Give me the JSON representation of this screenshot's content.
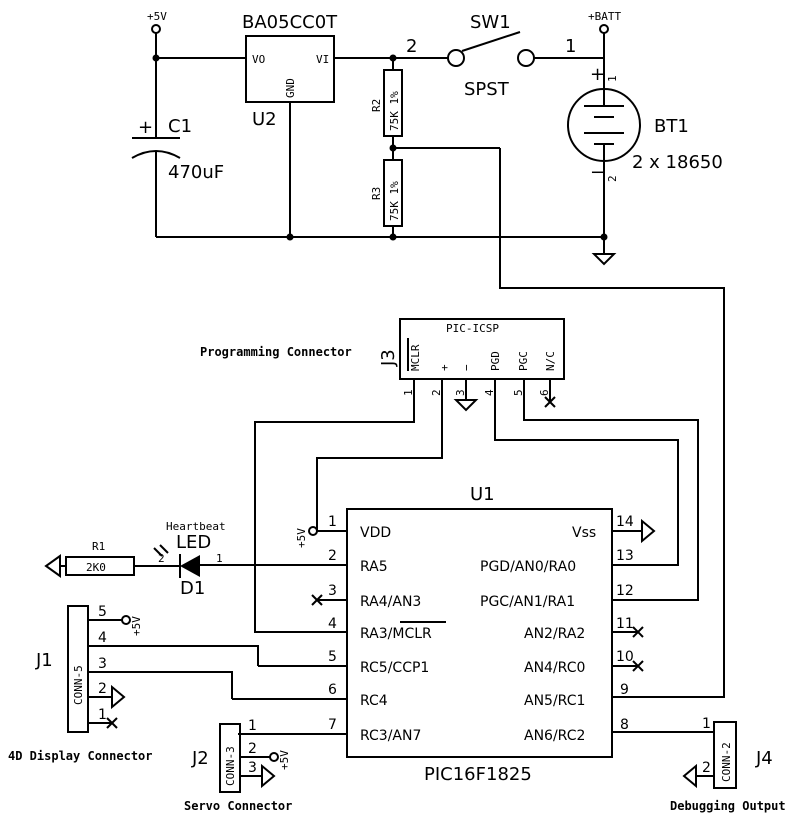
{
  "power": {
    "p5v": "+5V",
    "pbatt": "+BATT"
  },
  "u2": {
    "part": "BA05CC0T",
    "ref": "U2",
    "vo": "VO",
    "vi": "VI",
    "gnd": "GND"
  },
  "c1": {
    "ref": "C1",
    "value": "470uF",
    "plus": "+"
  },
  "sw1": {
    "ref": "SW1",
    "type": "SPST",
    "pin1": "1",
    "pin2": "2"
  },
  "r2": {
    "ref": "R2",
    "value": "75K 1%"
  },
  "r3": {
    "ref": "R3",
    "value": "75K 1%"
  },
  "bt1": {
    "ref": "BT1",
    "value": "2 x 18650",
    "plus": "+",
    "minus": "−",
    "pin1": "1",
    "pin2": "2"
  },
  "j3": {
    "ref": "J3",
    "title": "PIC-ICSP",
    "label": "Programming Connector",
    "pins": [
      {
        "n": "1",
        "name": "MCLR"
      },
      {
        "n": "2",
        "name": "+"
      },
      {
        "n": "3",
        "name": "−"
      },
      {
        "n": "4",
        "name": "PGD"
      },
      {
        "n": "5",
        "name": "PGC"
      },
      {
        "n": "6",
        "name": "N/C"
      }
    ]
  },
  "u1": {
    "ref": "U1",
    "part": "PIC16F1825",
    "left": [
      {
        "n": "1",
        "name": "VDD"
      },
      {
        "n": "2",
        "name": "RA5"
      },
      {
        "n": "3",
        "name": "RA4/AN3"
      },
      {
        "n": "4",
        "name": "RA3/MCLR"
      },
      {
        "n": "5",
        "name": "RC5/CCP1"
      },
      {
        "n": "6",
        "name": "RC4"
      },
      {
        "n": "7",
        "name": "RC3/AN7"
      }
    ],
    "right": [
      {
        "n": "14",
        "name": "Vss"
      },
      {
        "n": "13",
        "name": "PGD/AN0/RA0"
      },
      {
        "n": "12",
        "name": "PGC/AN1/RA1"
      },
      {
        "n": "11",
        "name": "AN2/RA2"
      },
      {
        "n": "10",
        "name": "AN4/RC0"
      },
      {
        "n": "9",
        "name": "AN5/RC1"
      },
      {
        "n": "8",
        "name": "AN6/RC2"
      }
    ]
  },
  "r1": {
    "ref": "R1",
    "value": "2K0"
  },
  "d1": {
    "ref": "D1",
    "label1": "Heartbeat",
    "label2": "LED",
    "pin1": "1",
    "pin2": "2"
  },
  "j1": {
    "ref": "J1",
    "body": "CONN-5",
    "label": "4D Display Connector",
    "pins": [
      "5",
      "4",
      "3",
      "2",
      "1"
    ]
  },
  "j2": {
    "ref": "J2",
    "body": "CONN-3",
    "label": "Servo Connector",
    "pins": [
      "1",
      "2",
      "3"
    ]
  },
  "j4": {
    "ref": "J4",
    "body": "CONN-2",
    "label": "Debugging Output",
    "pins": [
      "1",
      "2"
    ]
  }
}
